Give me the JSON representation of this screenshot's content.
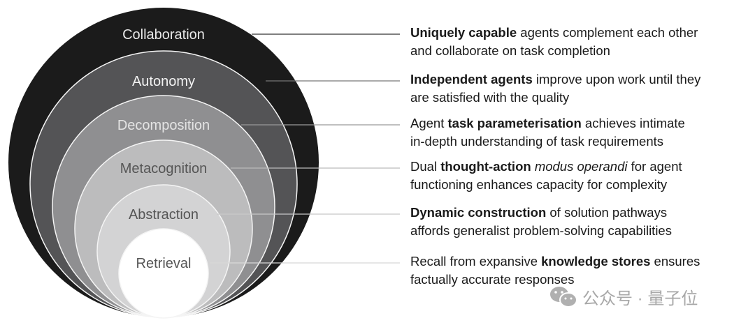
{
  "layers": [
    {
      "label": "Collaboration",
      "fill": "#1b1b1b",
      "text_color": "#e8e8e8",
      "line_color": "#333333",
      "desc": [
        {
          "t": "Uniquely capable",
          "b": true
        },
        {
          "t": " agents complement each other"
        },
        {
          "br": true
        },
        {
          "t": "and collaborate on task completion"
        }
      ]
    },
    {
      "label": "Autonomy",
      "fill": "#545456",
      "text_color": "#f2f2f2",
      "line_color": "#777777",
      "desc": [
        {
          "t": "Independent agents",
          "b": true
        },
        {
          "t": " improve upon work until they"
        },
        {
          "br": true
        },
        {
          "t": "are satisfied with the quality"
        }
      ]
    },
    {
      "label": "Decomposition",
      "fill": "#8f8f91",
      "text_color": "#e4e4e4",
      "line_color": "#999999",
      "desc": [
        {
          "t": "Agent "
        },
        {
          "t": "task parameterisation",
          "b": true
        },
        {
          "t": " achieves intimate"
        },
        {
          "br": true
        },
        {
          "t": "in-depth understanding of task requirements"
        }
      ]
    },
    {
      "label": "Metacognition",
      "fill": "#bcbcbd",
      "text_color": "#555555",
      "line_color": "#bbbbbb",
      "desc": [
        {
          "t": "Dual "
        },
        {
          "t": "thought-action",
          "b": true
        },
        {
          "t": " "
        },
        {
          "t": "modus operandi",
          "i": true
        },
        {
          "t": " for agent"
        },
        {
          "br": true
        },
        {
          "t": "functioning enhances capacity for complexity"
        }
      ]
    },
    {
      "label": "Abstraction",
      "fill": "#d3d3d4",
      "text_color": "#555555",
      "line_color": "#c8c8c8",
      "desc": [
        {
          "t": "Dynamic construction",
          "b": true
        },
        {
          "t": " of solution pathways"
        },
        {
          "br": true
        },
        {
          "t": "affords generalist problem-solving capabilities"
        }
      ]
    },
    {
      "label": "Retrieval",
      "fill": "#ffffff",
      "text_color": "#555555",
      "line_color": "#d8d8d8",
      "desc": [
        {
          "t": "Recall from expansive "
        },
        {
          "t": "knowledge stores",
          "b": true
        },
        {
          "t": " ensures"
        },
        {
          "br": true
        },
        {
          "t": "factually accurate responses"
        }
      ]
    }
  ],
  "watermark": {
    "text": "公众号 · 量子位",
    "icon": "wechat-icon"
  }
}
